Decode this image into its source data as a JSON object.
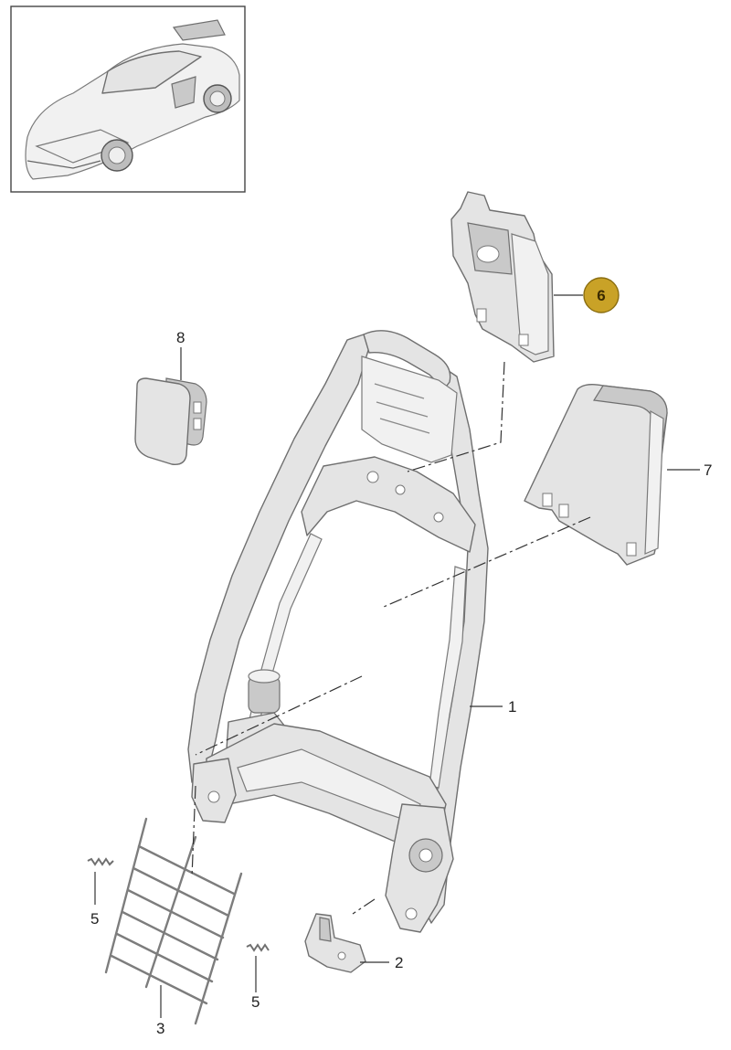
{
  "diagram": {
    "background_color": "#ffffff",
    "callout_badge_color": "#c9a227",
    "labels": {
      "frame": "1",
      "hinge": "2",
      "lumbar_mat": "3",
      "spring_left": "5",
      "spring_right": "5",
      "insert_highlighted": "6",
      "back_cover": "7",
      "guide": "8"
    }
  }
}
